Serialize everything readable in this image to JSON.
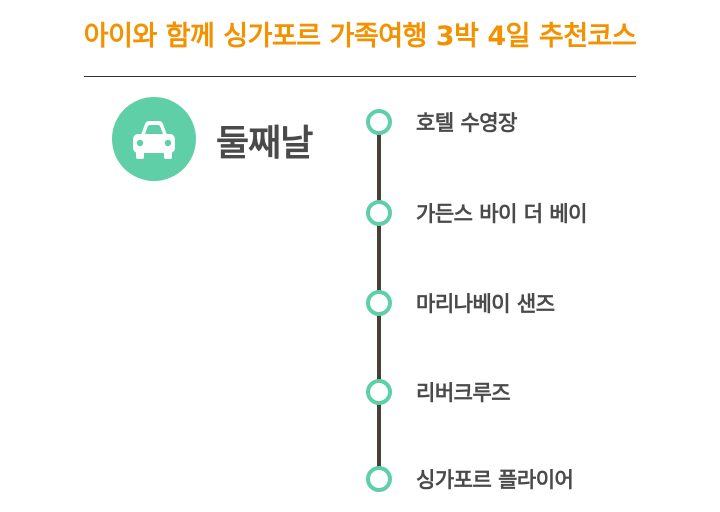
{
  "title": "아이와 함께 싱가포르 가족여행 3박 4일 추천코스",
  "day": {
    "label": "둘째날",
    "icon": "car-icon"
  },
  "colors": {
    "title": "#f39200",
    "accent": "#5ecfa7",
    "timeline": "#4a3f37",
    "text": "#4a4a4a"
  },
  "stops": [
    {
      "label": "호텔 수영장"
    },
    {
      "label": "가든스 바이 더 베이"
    },
    {
      "label": "마리나베이 샌즈"
    },
    {
      "label": "리버크루즈"
    },
    {
      "label": "싱가포르 플라이어"
    }
  ]
}
